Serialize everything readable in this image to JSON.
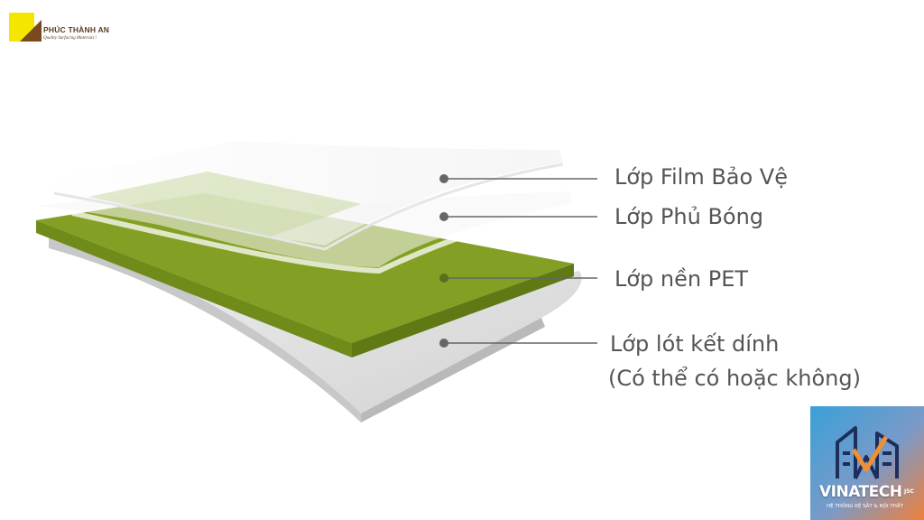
{
  "brand": {
    "name": "PHÚC THÀNH AN",
    "tagline": "Quality Surfacing Materials !",
    "colors": {
      "yellow": "#f5e600",
      "brown": "#7a4a1e"
    }
  },
  "layers": [
    {
      "label": "Lớp Film Bảo Vệ"
    },
    {
      "label": "Lớp Phủ Bóng"
    },
    {
      "label": "Lớp nền PET"
    },
    {
      "label_line1": "Lớp lót kết dính",
      "label_line2": "(Có thể có hoặc không)"
    }
  ],
  "colors": {
    "pet_green": "#84a024",
    "pet_green_edge": "#5f7a14",
    "base_gray": "#dcdcdc",
    "label_text": "#555555",
    "pointer": "#666666"
  },
  "badge": {
    "name": "VINATECH",
    "suffix": "JSC",
    "tagline": "HỆ THỐNG KỆ SẮT & NỘI THẤT",
    "colors": {
      "bg_start": "#3aa0d8",
      "bg_end": "#f0803a"
    }
  }
}
